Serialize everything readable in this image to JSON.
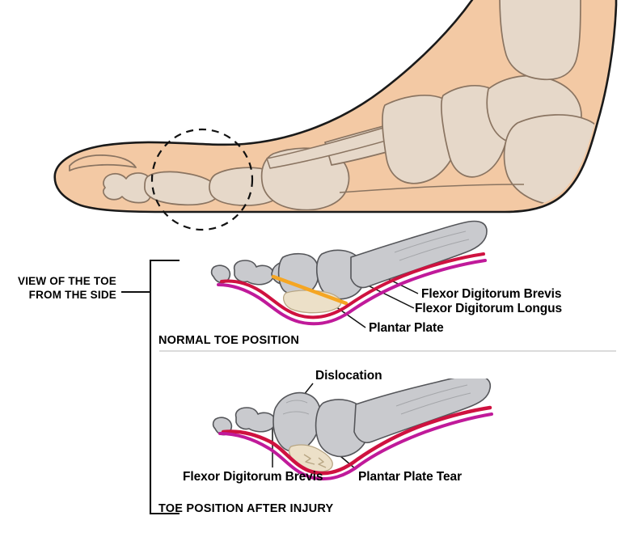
{
  "illustration": {
    "title": "Plantar plate injury of the toe",
    "subject": "Lateral view of foot skeleton with toe joint detail"
  },
  "callout": {
    "view_label_line1": "VIEW OF THE TOE",
    "view_label_line2": "FROM THE SIDE"
  },
  "panels": [
    {
      "id": "normal",
      "caption": "NORMAL TOE POSITION",
      "labels": [
        {
          "name": "flexor-digitorum-brevis",
          "text": "Flexor Digitorum Brevis"
        },
        {
          "name": "flexor-digitorum-longus",
          "text": "Flexor Digitorum Longus"
        },
        {
          "name": "plantar-plate",
          "text": "Plantar Plate"
        }
      ]
    },
    {
      "id": "injured",
      "caption": "TOE POSITION AFTER INJURY",
      "labels": [
        {
          "name": "dislocation",
          "text": "Dislocation"
        },
        {
          "name": "flexor-digitorum-brevis",
          "text": "Flexor Digitorum Brevis"
        },
        {
          "name": "plantar-plate-tear",
          "text": "Plantar Plate Tear"
        }
      ]
    }
  ],
  "colors": {
    "skin_fill": "#f3c9a4",
    "skin_stroke": "#1a1a1a",
    "bone_fill": "#e6d8c9",
    "bone_stroke": "#8a7461",
    "detail_bone_fill": "#c9cace",
    "detail_bone_stroke": "#55565a",
    "tendon_brevis": "#cf1240",
    "tendon_longus": "#c01a9a",
    "plantar_plate_fill": "#ece0c8",
    "plantar_plate_pointer": "#f5a623",
    "leader_line": "#111111",
    "divider": "#cfcfcf",
    "bracket": "#111111",
    "text": "#000000",
    "background": "#ffffff"
  }
}
